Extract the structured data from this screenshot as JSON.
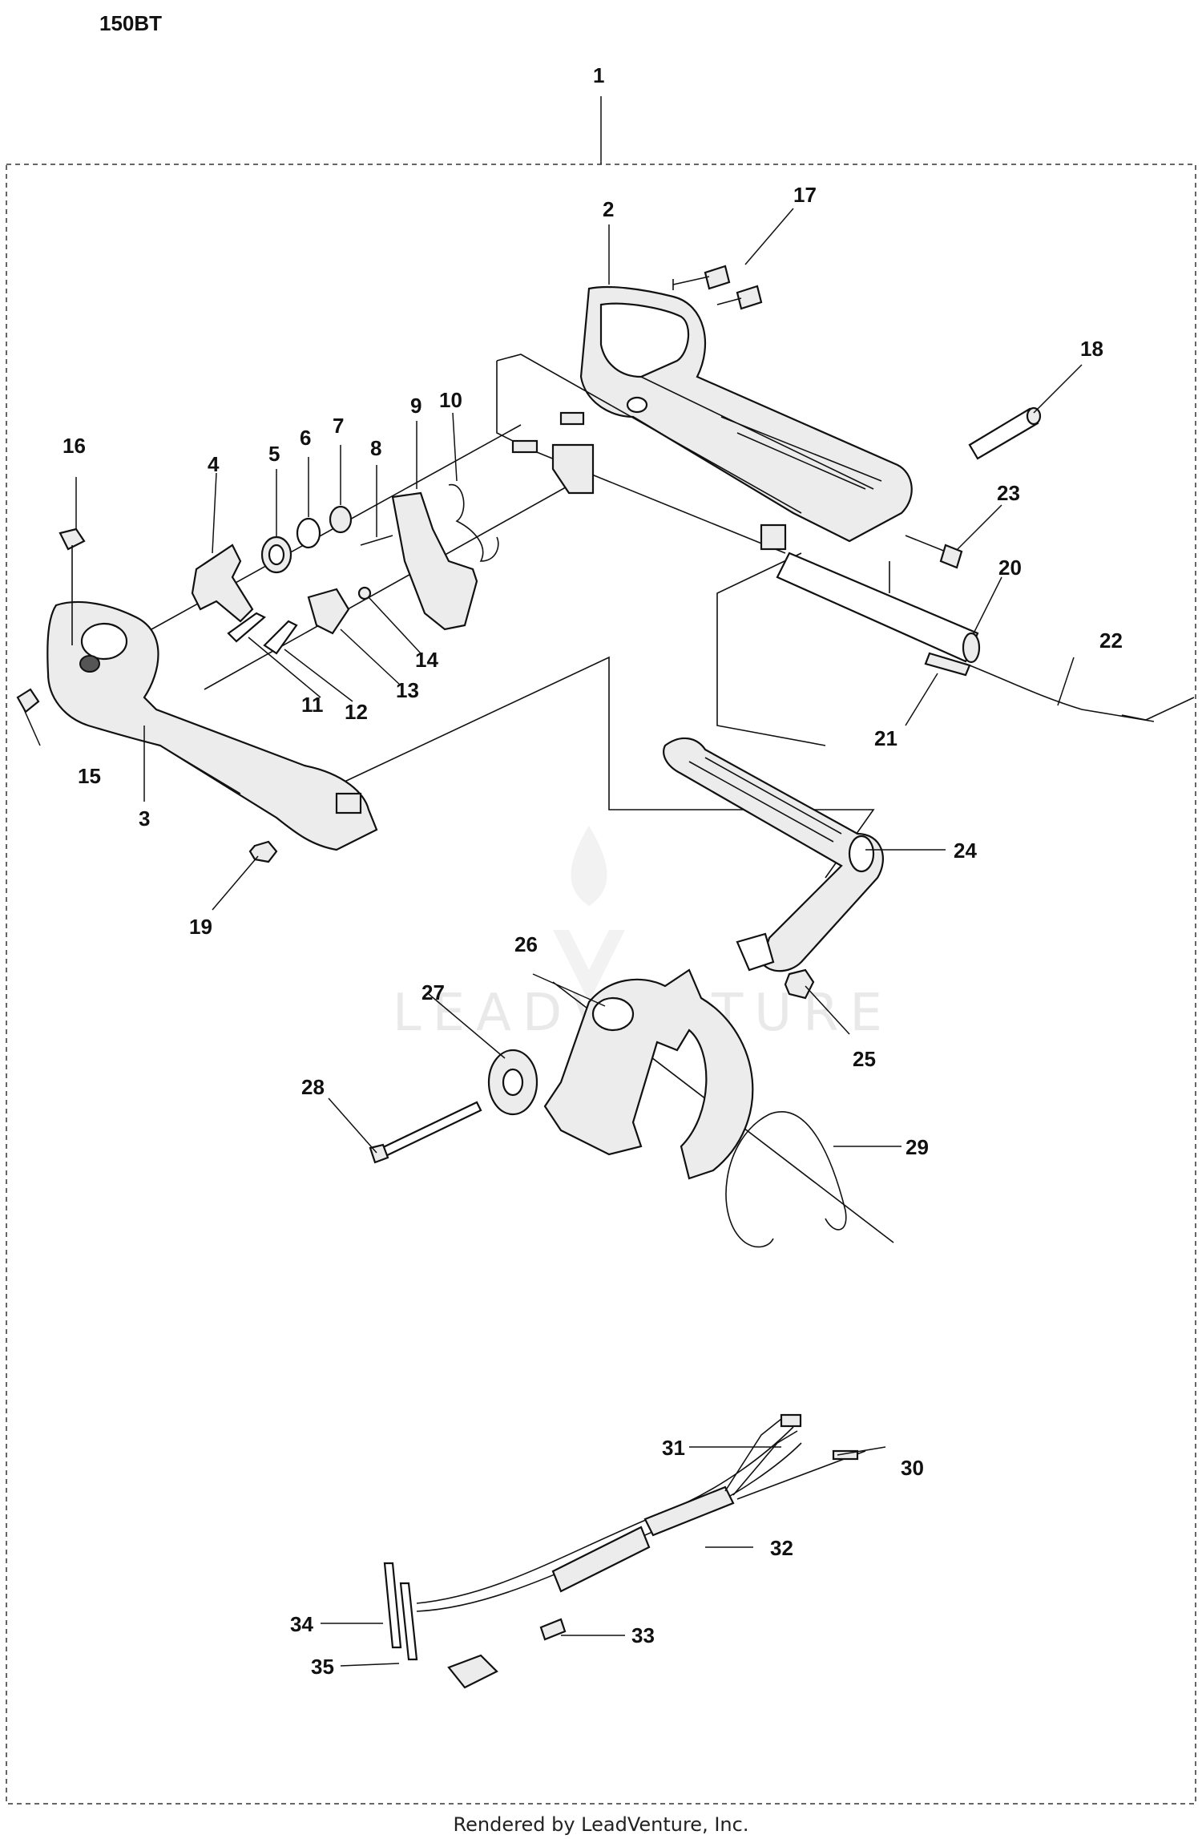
{
  "diagram": {
    "model_label": "150BT",
    "footer": "Rendered by LeadVenture, Inc.",
    "watermark": "LEADVENTURE",
    "callouts": [
      {
        "id": "c1",
        "label": "1"
      },
      {
        "id": "c2",
        "label": "2"
      },
      {
        "id": "c3",
        "label": "3"
      },
      {
        "id": "c4",
        "label": "4"
      },
      {
        "id": "c5",
        "label": "5"
      },
      {
        "id": "c6",
        "label": "6"
      },
      {
        "id": "c7",
        "label": "7"
      },
      {
        "id": "c8",
        "label": "8"
      },
      {
        "id": "c9",
        "label": "9"
      },
      {
        "id": "c10",
        "label": "10"
      },
      {
        "id": "c11",
        "label": "11"
      },
      {
        "id": "c12",
        "label": "12"
      },
      {
        "id": "c13",
        "label": "13"
      },
      {
        "id": "c14",
        "label": "14"
      },
      {
        "id": "c15",
        "label": "15"
      },
      {
        "id": "c16",
        "label": "16"
      },
      {
        "id": "c17",
        "label": "17"
      },
      {
        "id": "c18",
        "label": "18"
      },
      {
        "id": "c19",
        "label": "19"
      },
      {
        "id": "c20",
        "label": "20"
      },
      {
        "id": "c21",
        "label": "21"
      },
      {
        "id": "c22",
        "label": "22"
      },
      {
        "id": "c23",
        "label": "23"
      },
      {
        "id": "c24",
        "label": "24"
      },
      {
        "id": "c25",
        "label": "25"
      },
      {
        "id": "c26",
        "label": "26"
      },
      {
        "id": "c27",
        "label": "27"
      },
      {
        "id": "c28",
        "label": "28"
      },
      {
        "id": "c29",
        "label": "29"
      },
      {
        "id": "c30",
        "label": "30"
      },
      {
        "id": "c31",
        "label": "31"
      },
      {
        "id": "c32",
        "label": "32"
      },
      {
        "id": "c33",
        "label": "33"
      },
      {
        "id": "c34",
        "label": "34"
      },
      {
        "id": "c35",
        "label": "35"
      }
    ]
  }
}
